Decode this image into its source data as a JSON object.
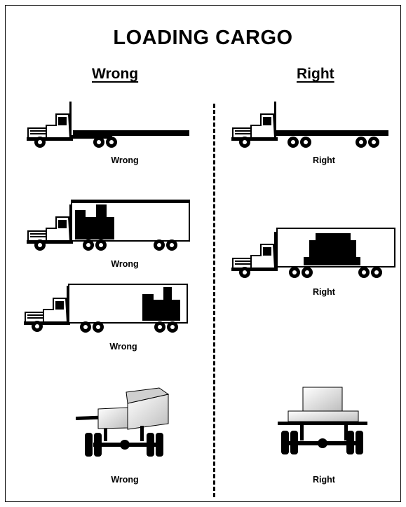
{
  "title": "LOADING CARGO",
  "columns": {
    "wrong": "Wrong",
    "right": "Right"
  },
  "captions": {
    "wrong_flatbed": "Wrong",
    "wrong_front_load": "Wrong",
    "wrong_rear_load": "Wrong",
    "wrong_axle": "Wrong",
    "right_flatbed": "Right",
    "right_center_load": "Right",
    "right_axle": "Right"
  },
  "colors": {
    "ink": "#000000",
    "cargo_light": "#e6e6e6"
  }
}
